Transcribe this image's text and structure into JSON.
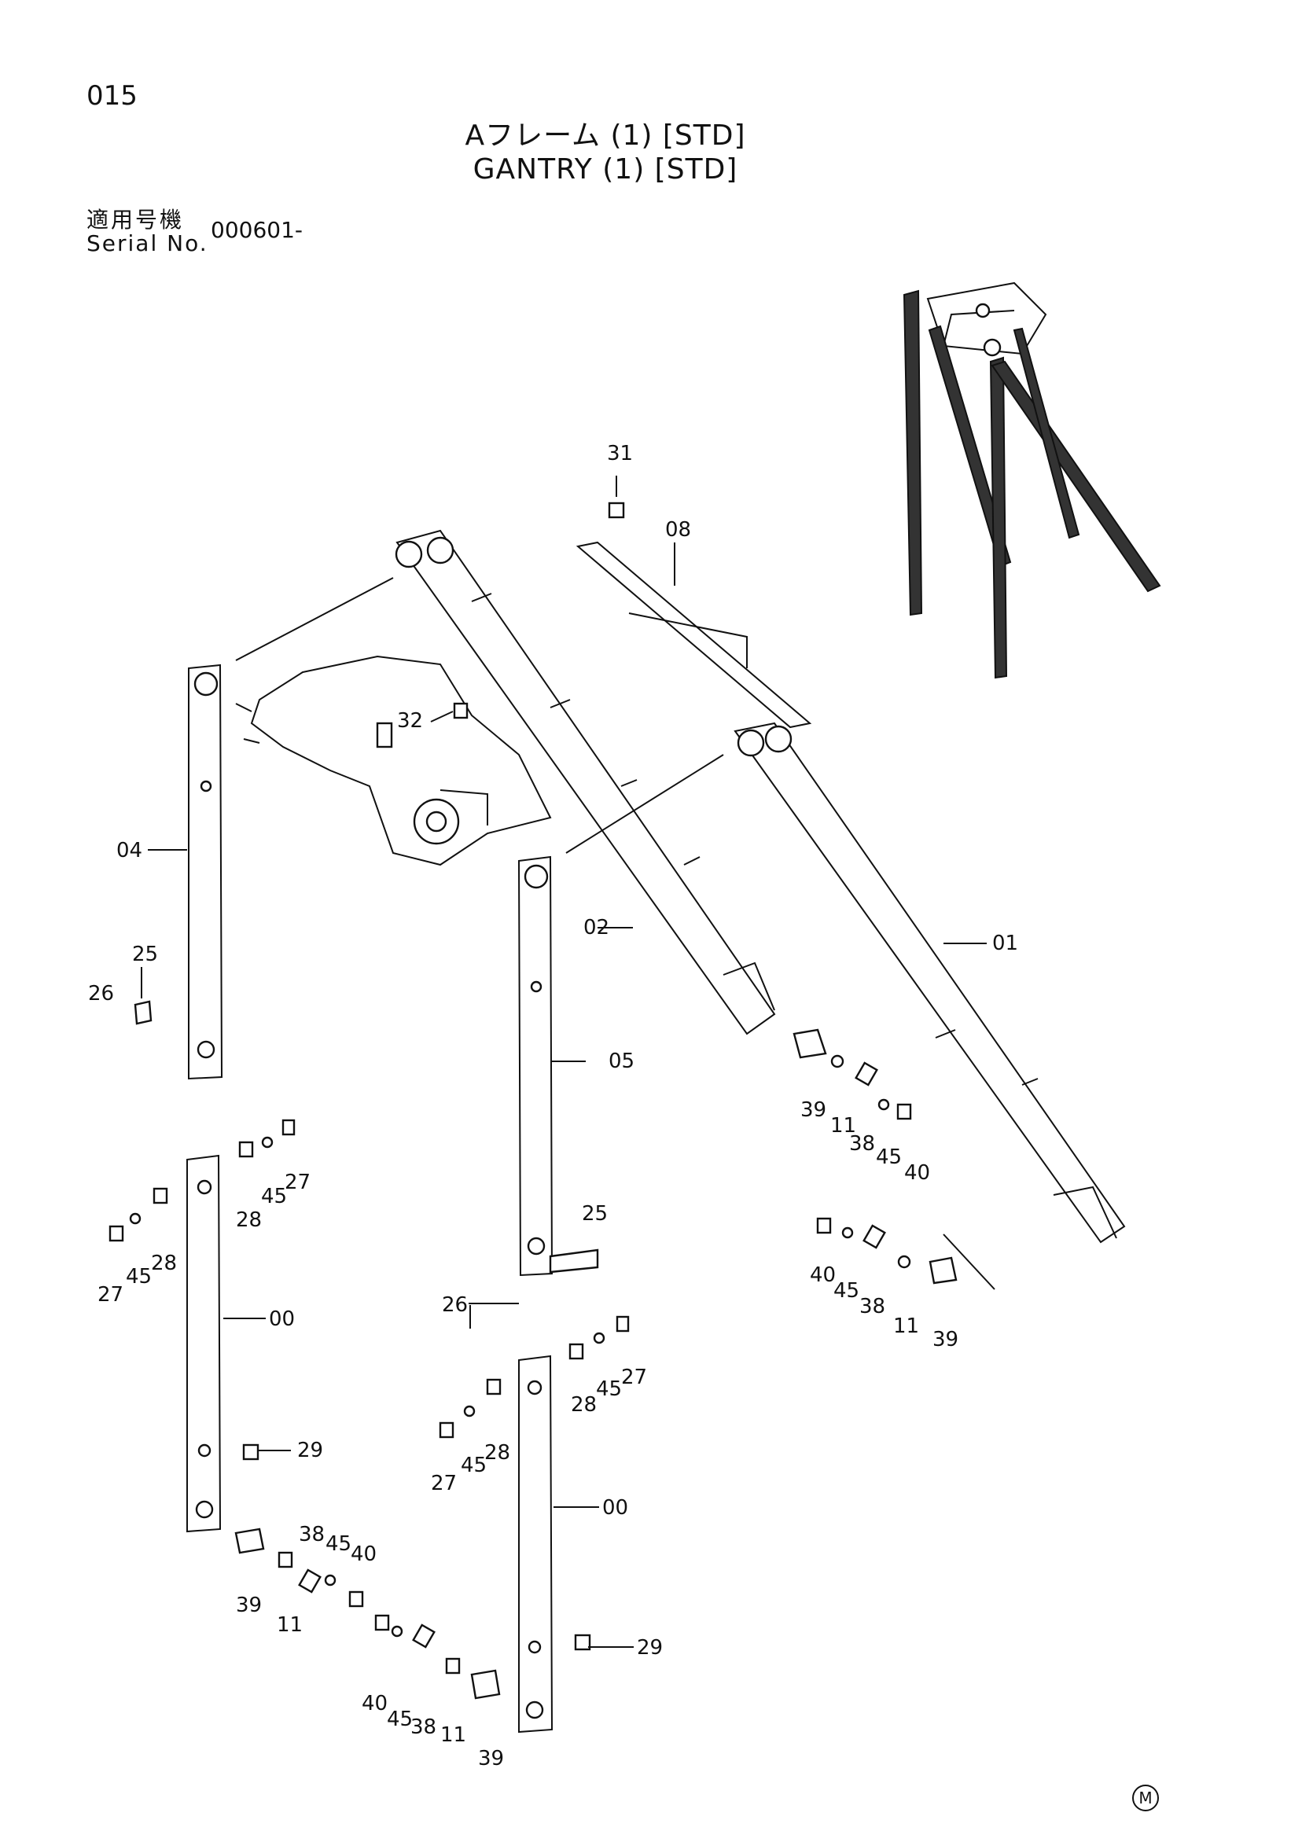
{
  "header": {
    "page_number": "015",
    "title_jp": "Aフレーム (1) [STD]",
    "title_en": "GANTRY (1) [STD]",
    "serial_label_jp": "適用号機",
    "serial_label_en": "Serial No.",
    "serial_value": "000601-"
  },
  "callouts": {
    "c31": "31",
    "c08": "08",
    "c32": "32",
    "c04": "04",
    "c02": "02",
    "c01": "01",
    "c25a": "25",
    "c26a": "26",
    "c05": "05",
    "c39a": "39",
    "c11a": "11",
    "c38a": "38",
    "c45a": "45",
    "c40a": "40",
    "c28a": "28",
    "c45b": "45",
    "c27a": "27",
    "c27b": "27",
    "c45c": "45",
    "c28b": "28",
    "c00a": "00",
    "c25b": "25",
    "c26b": "26",
    "c40b": "40",
    "c45d": "45",
    "c38b": "38",
    "c11b": "11",
    "c39b": "39",
    "c28c": "28",
    "c45e": "45",
    "c27c": "27",
    "c27d": "27",
    "c45f": "45",
    "c28d": "28",
    "c00b": "00",
    "c29a": "29",
    "c38c": "38",
    "c45g": "45",
    "c40c": "40",
    "c39c": "39",
    "c11c": "11",
    "c40d": "40",
    "c45h": "45",
    "c38d": "38",
    "c11d": "11",
    "c39d": "39",
    "c29b": "29"
  },
  "footer": {
    "mark": "M"
  }
}
